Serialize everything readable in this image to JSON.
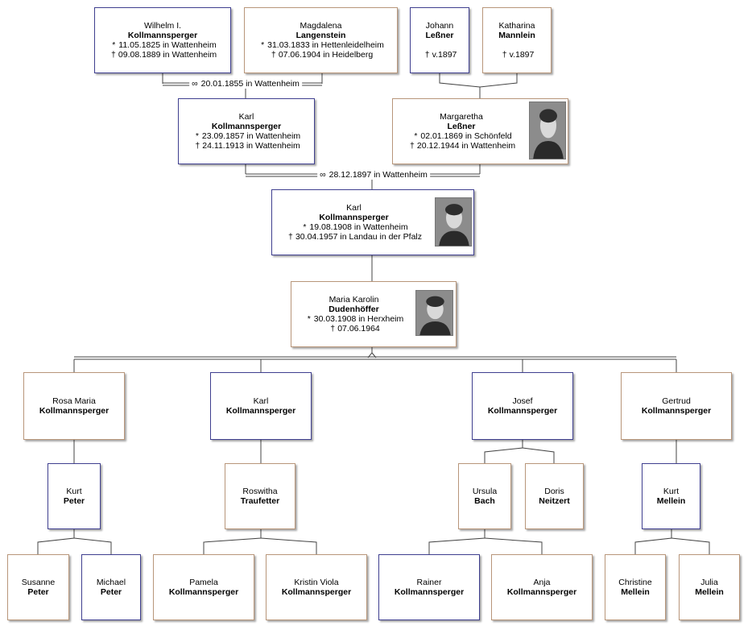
{
  "colors": {
    "male_border": "#3f3f8f",
    "female_border": "#b8967a",
    "line": "#444444"
  },
  "persons": {
    "wilhelm": {
      "first": "Wilhelm I.",
      "last": "Kollmannsperger",
      "sex": "m",
      "events": [
        {
          "sym": "*",
          "text": "11.05.1825 in Wattenheim"
        },
        {
          "sym": "†",
          "text": "09.08.1889 in Wattenheim"
        }
      ]
    },
    "magdalena": {
      "first": "Magdalena",
      "last": "Langenstein",
      "sex": "f",
      "events": [
        {
          "sym": "*",
          "text": "31.03.1833 in Hettenleidelheim"
        },
        {
          "sym": "†",
          "text": "07.06.1904 in Heidelberg"
        }
      ]
    },
    "johann": {
      "first": "Johann",
      "last": "Leßner",
      "sex": "m",
      "events": [
        {
          "sym": "†",
          "text": "v.1897"
        }
      ]
    },
    "katharina": {
      "first": "Katharina",
      "last": "Mannlein",
      "sex": "f",
      "events": [
        {
          "sym": "†",
          "text": "v.1897"
        }
      ]
    },
    "karl1": {
      "first": "Karl",
      "last": "Kollmannsperger",
      "sex": "m",
      "events": [
        {
          "sym": "*",
          "text": "23.09.1857 in Wattenheim"
        },
        {
          "sym": "†",
          "text": "24.11.1913 in Wattenheim"
        }
      ]
    },
    "margaretha": {
      "first": "Margaretha",
      "last": "Leßner",
      "sex": "f",
      "photo": "portrait-photo",
      "events": [
        {
          "sym": "*",
          "text": "02.01.1869 in Schönfeld"
        },
        {
          "sym": "†",
          "text": "20.12.1944 in Wattenheim"
        }
      ]
    },
    "karl2": {
      "first": "Karl",
      "last": "Kollmannsperger",
      "sex": "m",
      "photo": "portrait-photo",
      "events": [
        {
          "sym": "*",
          "text": "19.08.1908 in Wattenheim"
        },
        {
          "sym": "†",
          "text": "30.04.1957 in Landau in der Pfalz"
        }
      ]
    },
    "maria": {
      "first": "Maria Karolin",
      "last": "Dudenhöffer",
      "sex": "f",
      "photo": "portrait-photo",
      "events": [
        {
          "sym": "*",
          "text": "30.03.1908 in Herxheim"
        },
        {
          "sym": "†",
          "text": "07.06.1964"
        }
      ]
    },
    "rosa": {
      "first": "Rosa Maria",
      "last": "Kollmannsperger",
      "sex": "f",
      "events": []
    },
    "karl3": {
      "first": "Karl",
      "last": "Kollmannsperger",
      "sex": "m",
      "events": []
    },
    "josef": {
      "first": "Josef",
      "last": "Kollmannsperger",
      "sex": "m",
      "events": []
    },
    "gertrud": {
      "first": "Gertrud",
      "last": "Kollmannsperger",
      "sex": "f",
      "events": []
    },
    "kurt_peter": {
      "first": "Kurt",
      "last": "Peter",
      "sex": "m",
      "events": []
    },
    "roswitha": {
      "first": "Roswitha",
      "last": "Traufetter",
      "sex": "f",
      "events": []
    },
    "ursula": {
      "first": "Ursula",
      "last": "Bach",
      "sex": "f",
      "events": []
    },
    "doris": {
      "first": "Doris",
      "last": "Neitzert",
      "sex": "f",
      "events": []
    },
    "kurt_mellein": {
      "first": "Kurt",
      "last": "Mellein",
      "sex": "m",
      "events": []
    },
    "susanne": {
      "first": "Susanne",
      "last": "Peter",
      "sex": "f",
      "events": []
    },
    "michael": {
      "first": "Michael",
      "last": "Peter",
      "sex": "m",
      "events": []
    },
    "pamela": {
      "first": "Pamela",
      "last": "Kollmannsperger",
      "sex": "f",
      "events": []
    },
    "kristin": {
      "first": "Kristin Viola",
      "last": "Kollmannsperger",
      "sex": "f",
      "events": []
    },
    "rainer": {
      "first": "Rainer",
      "last": "Kollmannsperger",
      "sex": "m",
      "events": []
    },
    "anja": {
      "first": "Anja",
      "last": "Kollmannsperger",
      "sex": "f",
      "events": []
    },
    "christine": {
      "first": "Christine",
      "last": "Mellein",
      "sex": "f",
      "events": []
    },
    "julia": {
      "first": "Julia",
      "last": "Mellein",
      "sex": "f",
      "events": []
    }
  },
  "marriages": {
    "m1": {
      "sym": "∞",
      "text": "20.01.1855 in Wattenheim"
    },
    "m2": {
      "sym": "∞",
      "text": "28.12.1897 in Wattenheim"
    }
  }
}
